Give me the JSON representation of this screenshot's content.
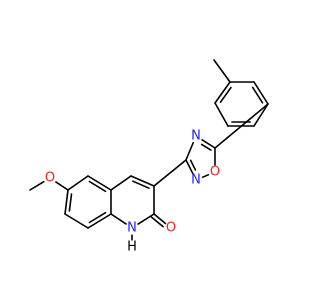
{
  "molecule": {
    "atoms": [
      {
        "id": "me",
        "element": "C",
        "label": ""
      },
      {
        "id": "a1",
        "element": "C",
        "label": ""
      },
      {
        "id": "a2",
        "element": "C",
        "label": ""
      },
      {
        "id": "a3",
        "element": "C",
        "label": ""
      },
      {
        "id": "a4",
        "element": "C",
        "label": ""
      },
      {
        "id": "a5",
        "element": "C",
        "label": ""
      },
      {
        "id": "a6",
        "element": "C",
        "label": ""
      },
      {
        "id": "c5",
        "element": "C",
        "label": ""
      },
      {
        "id": "n4",
        "element": "N",
        "label": "N"
      },
      {
        "id": "c3",
        "element": "C",
        "label": ""
      },
      {
        "id": "n2",
        "element": "N",
        "label": "N"
      },
      {
        "id": "o1",
        "element": "O",
        "label": "O"
      },
      {
        "id": "q3",
        "element": "C",
        "label": ""
      },
      {
        "id": "q4",
        "element": "C",
        "label": ""
      },
      {
        "id": "q4a",
        "element": "C",
        "label": ""
      },
      {
        "id": "q5",
        "element": "C",
        "label": ""
      },
      {
        "id": "q6",
        "element": "C",
        "label": ""
      },
      {
        "id": "q7",
        "element": "C",
        "label": ""
      },
      {
        "id": "q8",
        "element": "C",
        "label": ""
      },
      {
        "id": "q8a",
        "element": "C",
        "label": ""
      },
      {
        "id": "n1",
        "element": "N",
        "label": "N"
      },
      {
        "id": "h1",
        "element": "H",
        "label": "H"
      },
      {
        "id": "q2",
        "element": "C",
        "label": ""
      },
      {
        "id": "ok",
        "element": "O",
        "label": "O"
      },
      {
        "id": "om",
        "element": "O",
        "label": "O"
      },
      {
        "id": "cm",
        "element": "C",
        "label": ""
      }
    ],
    "bonds": [
      {
        "from": "me",
        "to": "a1",
        "order": 1
      },
      {
        "from": "a1",
        "to": "a2",
        "order": 2
      },
      {
        "from": "a2",
        "to": "a3",
        "order": 1
      },
      {
        "from": "a3",
        "to": "a4",
        "order": 2
      },
      {
        "from": "a4",
        "to": "a5",
        "order": 1
      },
      {
        "from": "a5",
        "to": "a6",
        "order": 2
      },
      {
        "from": "a6",
        "to": "a1",
        "order": 1
      },
      {
        "from": "a5",
        "to": "c5",
        "order": 1
      },
      {
        "from": "c5",
        "to": "n4",
        "order": 2
      },
      {
        "from": "n4",
        "to": "c3",
        "order": 1
      },
      {
        "from": "c3",
        "to": "n2",
        "order": 2
      },
      {
        "from": "n2",
        "to": "o1",
        "order": 1
      },
      {
        "from": "o1",
        "to": "c5",
        "order": 1
      },
      {
        "from": "c3",
        "to": "q3",
        "order": 1
      },
      {
        "from": "q3",
        "to": "q4",
        "order": 2
      },
      {
        "from": "q4",
        "to": "q4a",
        "order": 1
      },
      {
        "from": "q4a",
        "to": "q5",
        "order": 2
      },
      {
        "from": "q5",
        "to": "q6",
        "order": 1
      },
      {
        "from": "q6",
        "to": "q7",
        "order": 2
      },
      {
        "from": "q7",
        "to": "q8",
        "order": 1
      },
      {
        "from": "q8",
        "to": "q8a",
        "order": 2
      },
      {
        "from": "q8a",
        "to": "q4a",
        "order": 1
      },
      {
        "from": "q8a",
        "to": "n1",
        "order": 1
      },
      {
        "from": "n1",
        "to": "h1",
        "order": 1
      },
      {
        "from": "n1",
        "to": "q2",
        "order": 1
      },
      {
        "from": "q2",
        "to": "q3",
        "order": 1
      },
      {
        "from": "q2",
        "to": "ok",
        "order": 2
      },
      {
        "from": "q6",
        "to": "om",
        "order": 1
      },
      {
        "from": "om",
        "to": "cm",
        "order": 1
      }
    ]
  }
}
